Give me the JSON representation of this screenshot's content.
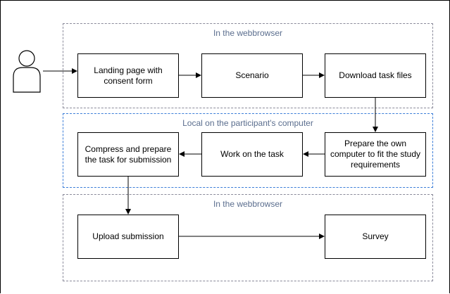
{
  "regions": {
    "top": "In the webbrowser",
    "middle": "Local on the participant's computer",
    "bottom": "In the webbrowser"
  },
  "nodes": {
    "landing": "Landing page with consent form",
    "scenario": "Scenario",
    "download": "Download task files",
    "prepare": "Prepare the own computer to fit the study requirements",
    "work": "Work on the task",
    "compress": "Compress and prepare the task for submission",
    "upload": "Upload submission",
    "survey": "Survey"
  },
  "actor": {
    "icon": "person-icon"
  },
  "colors": {
    "region_border": "#8a8a9a",
    "local_region_border": "#3b7dd8",
    "region_label": "#5b6e8e"
  }
}
